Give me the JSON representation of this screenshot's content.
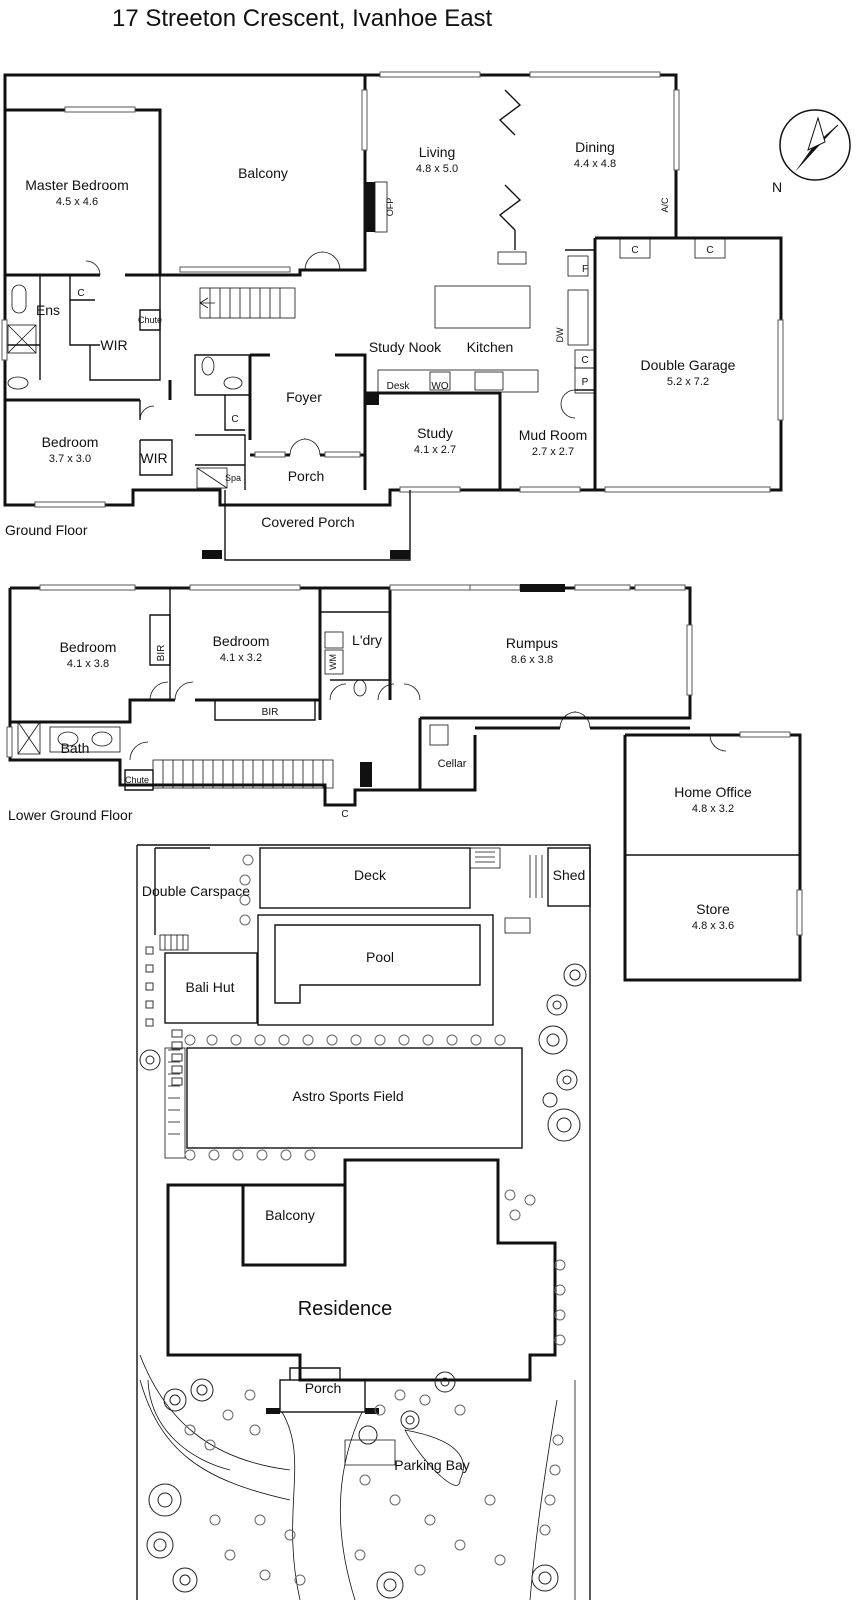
{
  "title": "17 Streeton Crescent, Ivanhoe East",
  "compass_label": "N",
  "floor_labels": {
    "ground": "Ground Floor",
    "lower_ground": "Lower Ground Floor"
  },
  "ground_floor": {
    "master_bedroom": {
      "name": "Master Bedroom",
      "dims": "4.5 x 4.6"
    },
    "balcony": {
      "name": "Balcony"
    },
    "living": {
      "name": "Living",
      "dims": "4.8 x 5.0"
    },
    "dining": {
      "name": "Dining",
      "dims": "4.4 x 4.8"
    },
    "ofp": "OFP",
    "ac": "A/C",
    "ens": "Ens",
    "wir": "WIR",
    "wir2": "WIR",
    "chute": "Chute",
    "bedroom": {
      "name": "Bedroom",
      "dims": "3.7 x 3.0"
    },
    "foyer": {
      "name": "Foyer"
    },
    "porch": {
      "name": "Porch"
    },
    "covered_porch": {
      "name": "Covered Porch"
    },
    "study_nook": {
      "name": "Study Nook"
    },
    "desk": "Desk",
    "wo": "WO",
    "kitchen": {
      "name": "Kitchen"
    },
    "study": {
      "name": "Study",
      "dims": "4.1 x 2.7"
    },
    "mud_room": {
      "name": "Mud Room",
      "dims": "2.7 x 2.7"
    },
    "double_garage": {
      "name": "Double Garage",
      "dims": "5.2 x 7.2"
    },
    "dw": "DW",
    "f": "F",
    "c": "C",
    "p": "P",
    "spa": "Spa"
  },
  "lower_ground_floor": {
    "bedroom1": {
      "name": "Bedroom",
      "dims": "4.1 x 3.8"
    },
    "bedroom2": {
      "name": "Bedroom",
      "dims": "4.1 x 3.2"
    },
    "bir": "BIR",
    "bir2": "BIR",
    "laundry": {
      "name": "L'dry"
    },
    "wm": "WM",
    "rumpus": {
      "name": "Rumpus",
      "dims": "8.6 x 3.8"
    },
    "bath": {
      "name": "Bath"
    },
    "chute": "Chute",
    "cellar": {
      "name": "Cellar"
    },
    "c": "C",
    "home_office": {
      "name": "Home Office",
      "dims": "4.8 x 3.2"
    },
    "store": {
      "name": "Store",
      "dims": "4.8 x 3.6"
    }
  },
  "site": {
    "double_carspace": "Double Carspace",
    "deck": "Deck",
    "shed": "Shed",
    "pool": "Pool",
    "bali_hut": "Bali Hut",
    "astro_sports_field": "Astro Sports Field",
    "balcony": "Balcony",
    "residence": "Residence",
    "porch": "Porch",
    "parking_bay": "Parking Bay"
  }
}
